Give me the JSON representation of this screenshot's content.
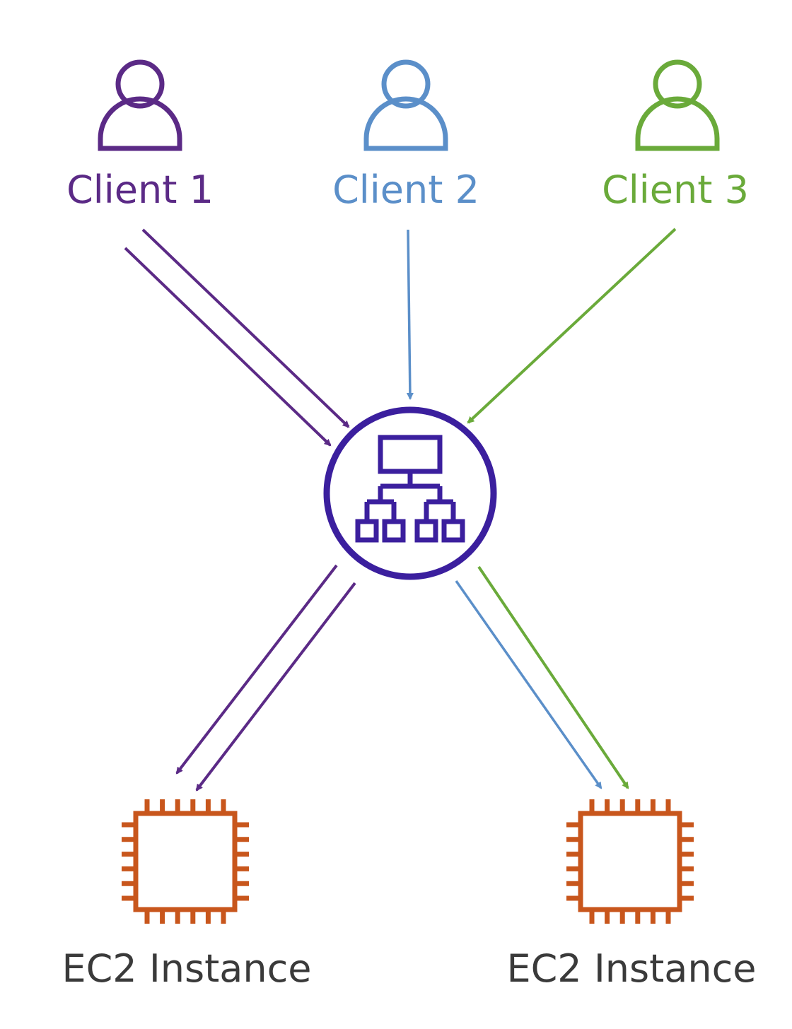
{
  "colors": {
    "client_1": "#5b2a86",
    "client_2": "#5b8fc9",
    "client_3": "#6aaa3a",
    "load_balancer": "#3b1f9e",
    "ec2": "#c8561c",
    "ec2_label": "#3a3a3a"
  },
  "clients": [
    {
      "label": "Client 1",
      "color_key": "client_1",
      "icon": "user-icon"
    },
    {
      "label": "Client 2",
      "color_key": "client_2",
      "icon": "user-icon"
    },
    {
      "label": "Client 3",
      "color_key": "client_3",
      "icon": "user-icon"
    }
  ],
  "load_balancer": {
    "icon": "load-balancer-icon"
  },
  "instances": [
    {
      "label": "EC2 Instance",
      "icon": "chip-icon"
    },
    {
      "label": "EC2 Instance",
      "icon": "chip-icon"
    }
  ]
}
